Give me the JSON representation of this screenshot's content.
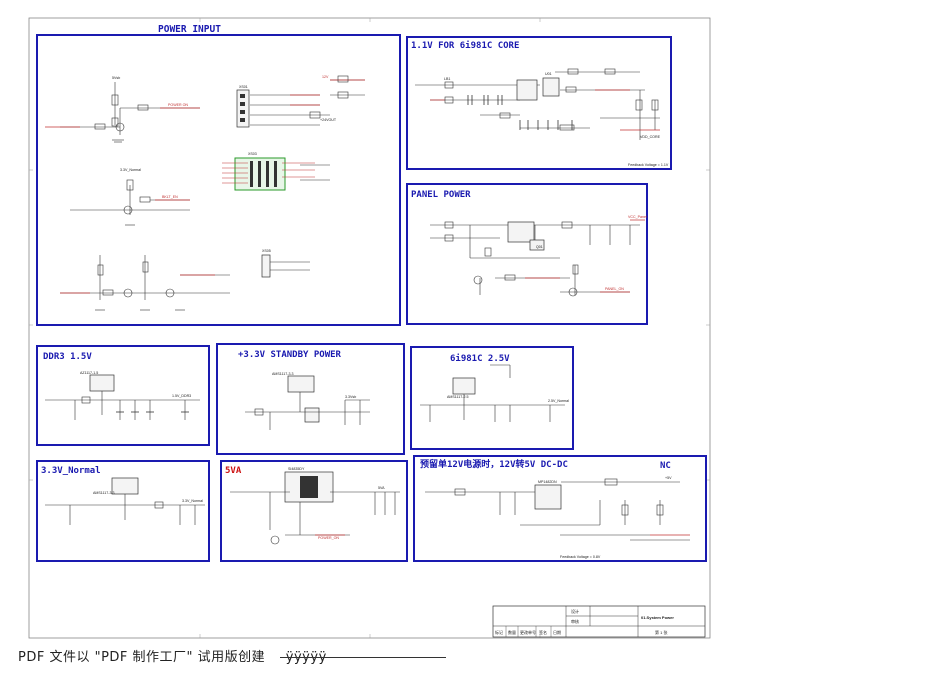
{
  "blocks": {
    "power_input": {
      "title": "POWER INPUT"
    },
    "core": {
      "title": "1.1V FOR 6i981C CORE"
    },
    "panel": {
      "title": "PANEL POWER"
    },
    "ddr3": {
      "title": "DDR3 1.5V"
    },
    "standby": {
      "title": "+3.3V STANDBY POWER"
    },
    "v25": {
      "title": "6i981C 2.5V"
    },
    "v33": {
      "title": "3.3V_Normal"
    },
    "v5": {
      "title": "5VA"
    },
    "reserve": {
      "title": "预留单12V电源时，12V转5V DC-DC",
      "tag": "NC"
    }
  },
  "labels": {
    "pi_5vsb": "5Vsb",
    "pi_power_on": "POWER ON",
    "pi_33n": "3.3V_Normal",
    "pi_bklt": "BKLT_EN",
    "pi_xs01": "XS01",
    "pi_xs03": "XS03",
    "pi_xs05": "XS05",
    "pi_12v": "12V",
    "pi_24v": "+24VOUT",
    "core_lb1": "LB1",
    "core_u1": "U01",
    "core_vcc": "VDD_CORE",
    "panel_vcc": "VCC_Panel",
    "panel_q": "Q01",
    "panel_on": "PANEL_ON",
    "ddr_u": "AZ1117-1.5",
    "ddr_out": "1.5V_DDR3",
    "sb_u": "AMS1117-3.3",
    "sb_out": "3.3Vsb",
    "v25_u": "AMS1117-2.5",
    "v25_out": "2.5V_Normal",
    "v33_u": "AMS1117-3.3",
    "v33_out": "3.3V_Normal",
    "v5_q": "SI4835DY",
    "v5_on": "POWER_ON",
    "v5_out": "5VA",
    "res_u": "MP1482DN",
    "res_out": "+5V"
  },
  "title_block": {
    "sheet_name": "01.System Power",
    "page": "第 1 张",
    "designed": "设计",
    "checked": "审核",
    "rev_headers": [
      "标记",
      "数量",
      "更改单号",
      "签名",
      "日期"
    ]
  },
  "footer": {
    "text": "PDF 文件以 \"PDF 制作工厂\" 试用版创建",
    "link": "ÿÿÿÿÿ"
  }
}
